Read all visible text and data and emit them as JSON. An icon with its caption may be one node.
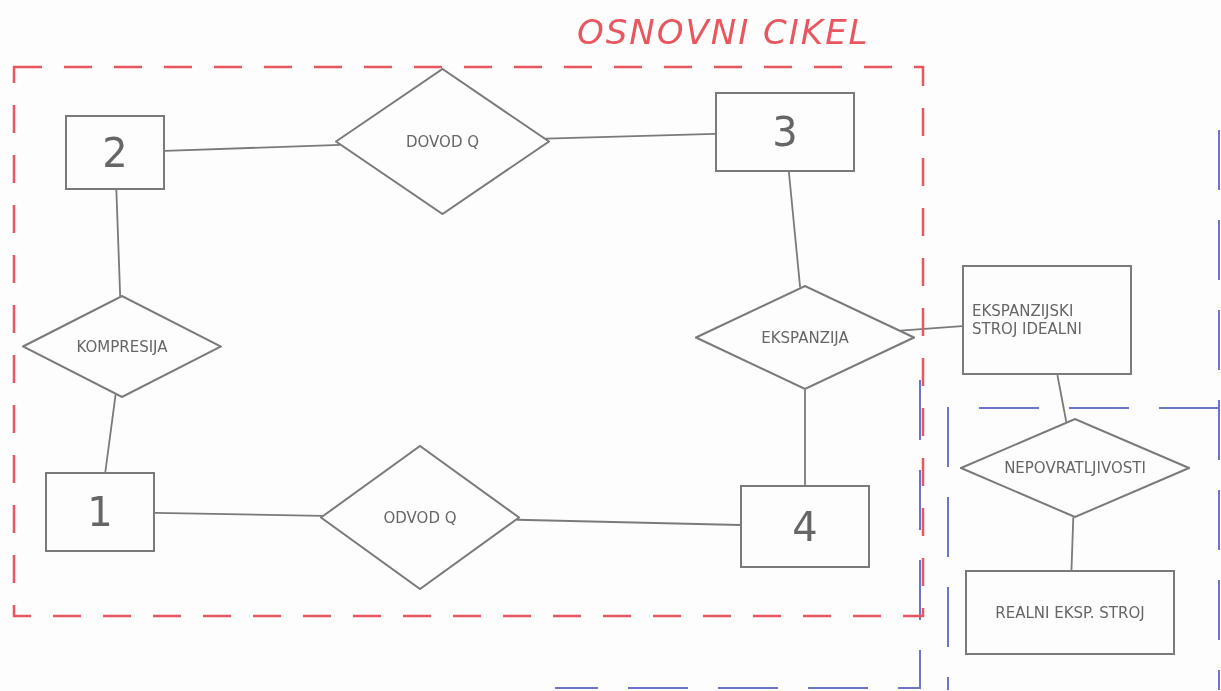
{
  "diagram": {
    "nodes": [
      {
        "text": [
          "OSNOVNI CIKEL"
        ]
      },
      {
        "text": [
          "2"
        ],
        "in": 0
      },
      {
        "text": [
          "DOVOD Q"
        ],
        "in": 0
      },
      {
        "text": [
          "3"
        ],
        "in": 0
      },
      {
        "text": [
          "KOMPRESIJA"
        ],
        "in": 0
      },
      {
        "text": [
          "EKSPANZIJA"
        ],
        "in": 0
      },
      {
        "text": [
          "EKSPANZIJSKI STROJ IDEALNI"
        ]
      },
      {
        "text": [
          "NEPOVRATLJIVOSTI"
        ]
      },
      {
        "text": [
          "1"
        ],
        "in": 0
      },
      {
        "text": [
          "ODVOD Q"
        ],
        "in": 0
      },
      {
        "text": [
          "4"
        ],
        "in": 0
      },
      {
        "text": [
          "REALNI EKSP. STROJ"
        ]
      }
    ],
    "edges": [
      {
        "from": 1,
        "to": 2,
        "arrow": "none"
      },
      {
        "from": 2,
        "to": 3,
        "arrow": "none"
      },
      {
        "from": 1,
        "to": 4,
        "arrow": "none"
      },
      {
        "from": 4,
        "to": 8,
        "arrow": "none"
      },
      {
        "from": 3,
        "to": 5,
        "arrow": "none"
      },
      {
        "from": 5,
        "to": 10,
        "arrow": "none"
      },
      {
        "from": 8,
        "to": 9,
        "arrow": "none"
      },
      {
        "from": 9,
        "to": 10,
        "arrow": "none"
      },
      {
        "from": 5,
        "to": 6,
        "arrow": "none"
      },
      {
        "from": 6,
        "to": 7,
        "arrow": "none"
      },
      {
        "from": 7,
        "to": 11,
        "arrow": "none"
      }
    ]
  }
}
